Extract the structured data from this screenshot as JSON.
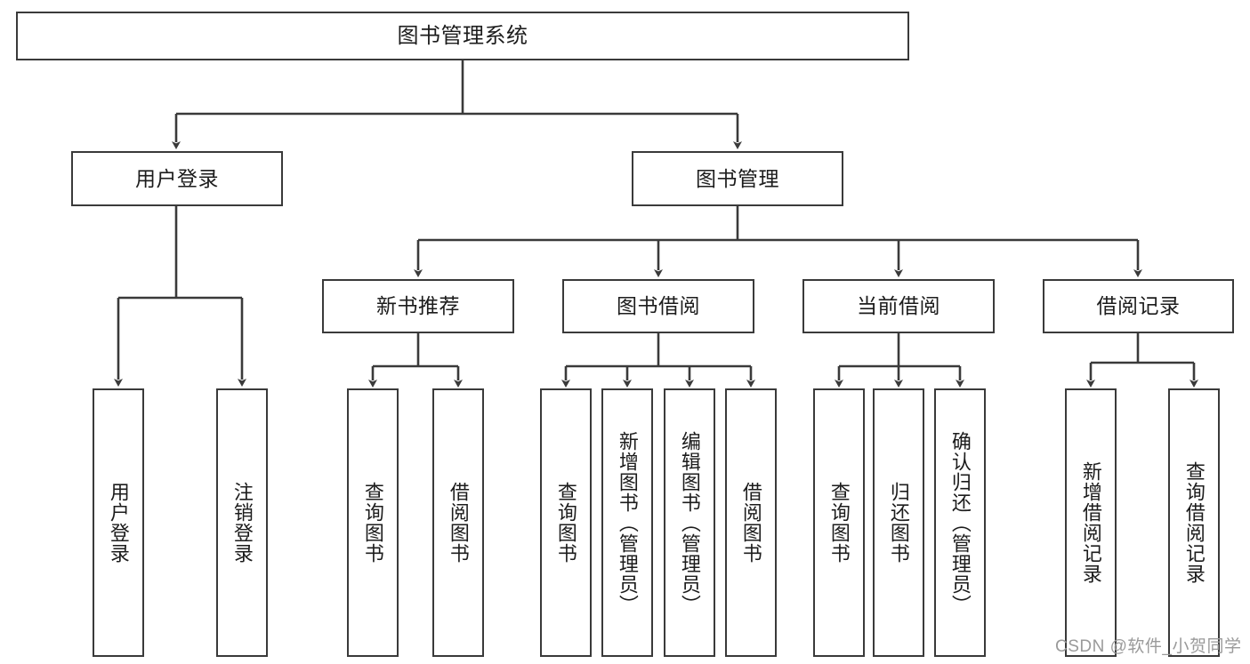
{
  "diagram": {
    "title": "图书管理系统",
    "type": "tree",
    "root": {
      "label": "图书管理系统"
    },
    "level2": [
      {
        "label": "用户登录"
      },
      {
        "label": "图书管理"
      }
    ],
    "level3": [
      {
        "label": "新书推荐"
      },
      {
        "label": "图书借阅"
      },
      {
        "label": "当前借阅"
      },
      {
        "label": "借阅记录"
      }
    ],
    "leaves": {
      "user_login": [
        {
          "label": "用户登录"
        },
        {
          "label": "注销登录"
        }
      ],
      "new_book_recommend": [
        {
          "label": "查询图书"
        },
        {
          "label": "借阅图书"
        }
      ],
      "book_borrow": [
        {
          "label": "查询图书"
        },
        {
          "label": "新增图书（管理员）"
        },
        {
          "label": "编辑图书（管理员）"
        },
        {
          "label": "借阅图书"
        }
      ],
      "current_borrow": [
        {
          "label": "查询图书"
        },
        {
          "label": "归还图书"
        },
        {
          "label": "确认归还（管理员）"
        }
      ],
      "borrow_record": [
        {
          "label": "新增借阅记录"
        },
        {
          "label": "查询借阅记录"
        }
      ]
    }
  },
  "watermark": {
    "text": "CSDN @软件_小贺同学"
  },
  "colors": {
    "stroke": "#3a3a3a",
    "text": "#1c1c1c",
    "background": "#ffffff",
    "watermark": "#9a9a9a"
  }
}
